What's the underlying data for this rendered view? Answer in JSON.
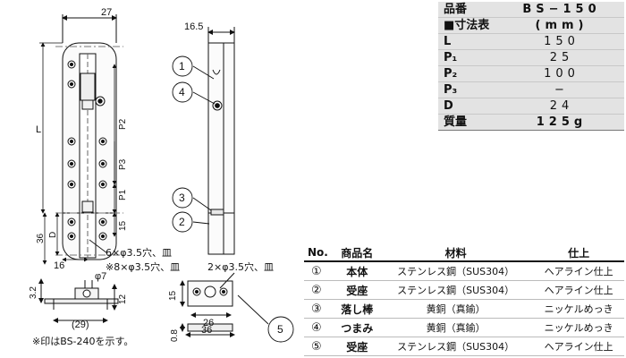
{
  "spec_table": {
    "rows": [
      {
        "key": "品番",
        "value": "BS−150"
      },
      {
        "key": "■寸法表",
        "value": "(mm)"
      },
      {
        "key": "L",
        "value": "150"
      },
      {
        "key": "P₁",
        "value": "25"
      },
      {
        "key": "P₂",
        "value": "100"
      },
      {
        "key": "P₃",
        "value": "−"
      },
      {
        "key": "D",
        "value": "24"
      },
      {
        "key": "質量",
        "value": "125g"
      }
    ]
  },
  "parts_table": {
    "headers": [
      "No.",
      "商品名",
      "材料",
      "仕上"
    ],
    "rows": [
      {
        "no": "①",
        "name": "本体",
        "material": "ステンレス鋼（SUS304）",
        "finish": "ヘアライン仕上"
      },
      {
        "no": "②",
        "name": "受座",
        "material": "ステンレス鋼（SUS304）",
        "finish": "ヘアライン仕上"
      },
      {
        "no": "③",
        "name": "落し棒",
        "material": "黄銅（真鍮）",
        "finish": "ニッケルめっき"
      },
      {
        "no": "④",
        "name": "つまみ",
        "material": "黄銅（真鍮）",
        "finish": "ニッケルめっき"
      },
      {
        "no": "⑤",
        "name": "受座",
        "material": "ステンレス鋼（SUS304）",
        "finish": "ヘアライン仕上"
      }
    ]
  },
  "dimensions": {
    "front_width": "27",
    "side_width": "16.5",
    "length": "L",
    "p2": "P2",
    "p3": "P3",
    "p1": "P1",
    "d": "D",
    "d36": "36",
    "d15": "15",
    "d16": "16",
    "holes_6": "6×φ3.5穴、皿",
    "holes_8": "※8×φ3.5穴、皿",
    "holes_2": "2×φ3.5穴、皿",
    "phi7": "φ7",
    "d3_2": "3.2",
    "d12": "12",
    "d29": "(29)",
    "d15b": "15",
    "d26": "26",
    "d36b": "36",
    "d0_8": "0.8"
  },
  "callouts": [
    "1",
    "4",
    "3",
    "2",
    "5"
  ],
  "footnote": "※印はBS-240を示す。"
}
